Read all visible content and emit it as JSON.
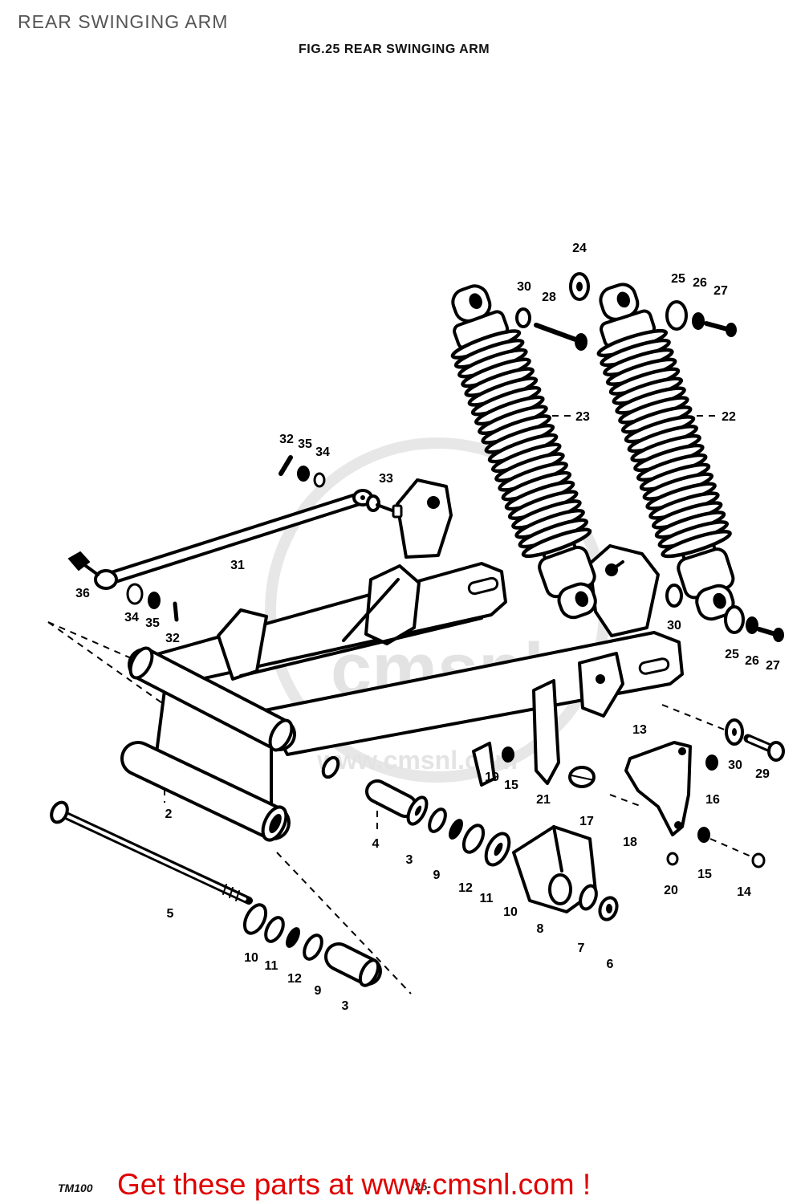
{
  "page": {
    "title": "REAR SWINGING ARM"
  },
  "figure": {
    "caption": "FIG.25 REAR SWINGING ARM"
  },
  "callouts": [
    "24",
    "30",
    "28",
    "25",
    "26",
    "27",
    "23",
    "22",
    "32",
    "35",
    "34",
    "33",
    "31",
    "36",
    "34",
    "35",
    "32",
    "30",
    "25",
    "26",
    "27",
    "13",
    "30",
    "29",
    "19",
    "15",
    "21",
    "16",
    "2",
    "17",
    "18",
    "4",
    "3",
    "9",
    "12",
    "11",
    "10",
    "20",
    "15",
    "14",
    "5",
    "8",
    "7",
    "6",
    "10",
    "11",
    "12",
    "9",
    "3"
  ],
  "watermark": {
    "logo_text": "cmsnl",
    "url": "www.cmsnl.com"
  },
  "footer": {
    "model": "TM100",
    "page_number": "-25-",
    "promo": "Get these parts at www.cmsnl.com !"
  },
  "colors": {
    "ink": "#000000",
    "title": "#555555",
    "promo": "#e00000",
    "watermark": "#e3e3e3"
  }
}
